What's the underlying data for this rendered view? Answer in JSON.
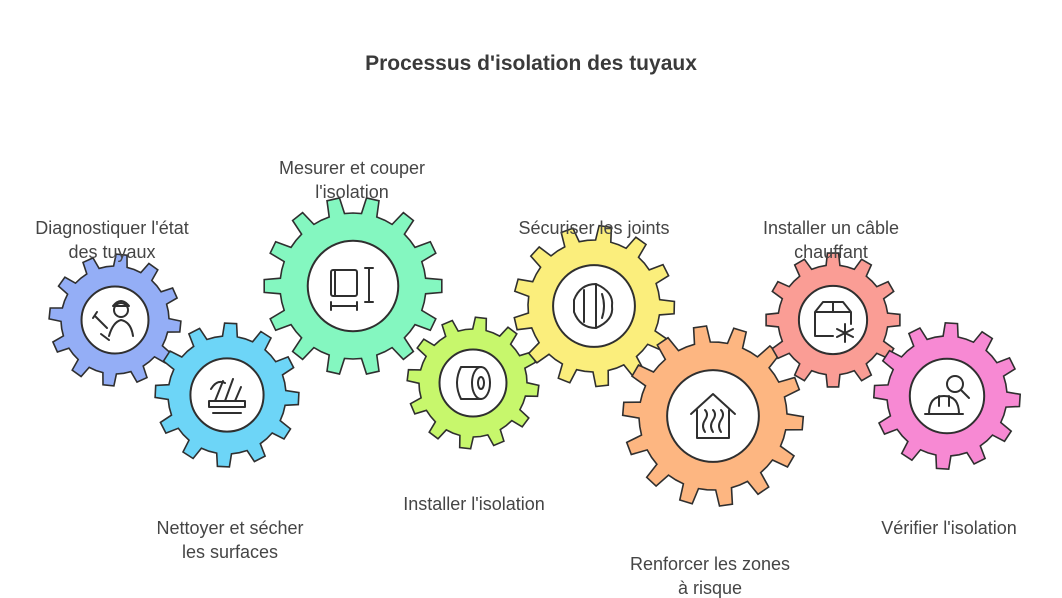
{
  "title": "Processus d'isolation des tuyaux",
  "steps": [
    {
      "id": "diagnose",
      "lines": [
        "Diagnostiquer l'état",
        "des tuyaux"
      ],
      "color": "#94AEF6",
      "icon": "technician-icon"
    },
    {
      "id": "clean",
      "lines": [
        "Nettoyer et sécher",
        "les surfaces"
      ],
      "color": "#6DD5F7",
      "icon": "cleaning-icon"
    },
    {
      "id": "measure",
      "lines": [
        "Mesurer et couper",
        "l'isolation"
      ],
      "color": "#84F7C0",
      "icon": "measure-cut-icon"
    },
    {
      "id": "install",
      "lines": [
        "Installer l'isolation"
      ],
      "color": "#C7F76C",
      "icon": "insulation-roll-icon"
    },
    {
      "id": "secure",
      "lines": [
        "Sécuriser les joints"
      ],
      "color": "#FBEE7C",
      "icon": "pipe-joint-icon"
    },
    {
      "id": "reinforce",
      "lines": [
        "Renforcer les zones",
        "à risque"
      ],
      "color": "#FDB681",
      "icon": "house-heat-icon"
    },
    {
      "id": "cable",
      "lines": [
        "Installer un câble",
        "chauffant"
      ],
      "color": "#FA9D95",
      "icon": "box-snowflake-icon"
    },
    {
      "id": "verify",
      "lines": [
        "Vérifier l'isolation"
      ],
      "color": "#F789D3",
      "icon": "inspect-helmet-icon"
    }
  ]
}
